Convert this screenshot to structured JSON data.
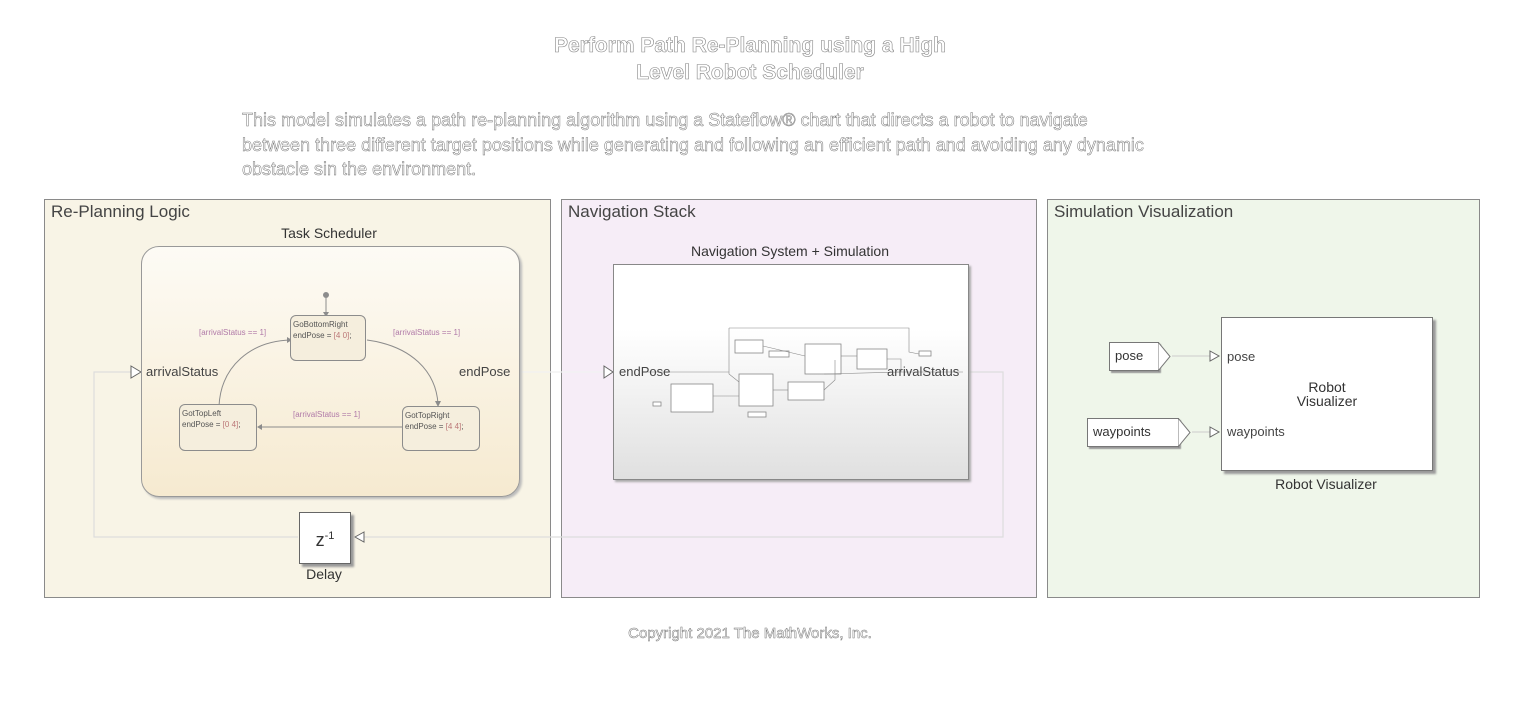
{
  "title": {
    "line1": "Perform Path Re-Planning using a High",
    "line2": "Level Robot Scheduler"
  },
  "description": {
    "line1": "This model simulates a path re-planning algorithm using a Stateflow® chart that directs a robot to navigate",
    "line2": "between three different target positions while generating and following an efficient path and avoiding any dynamic",
    "line3": "obstacle sin the environment."
  },
  "areas": {
    "replanning": "Re-Planning Logic",
    "navigation": "Navigation Stack",
    "visualization": "Simulation Visualization"
  },
  "task_scheduler": {
    "label": "Task Scheduler",
    "input_port": "arrivalStatus",
    "output_port": "endPose",
    "states": {
      "bottom_right": {
        "name": "GoBottomRight",
        "action_prefix": "endPose = ",
        "value": "[4 0]",
        "suffix": ";"
      },
      "top_left": {
        "name": "GotTopLeft",
        "action_prefix": "endPose = ",
        "value": "[0 4]",
        "suffix": ";"
      },
      "top_right": {
        "name": "GotTopRight",
        "action_prefix": "endPose = ",
        "value": "[4 4]",
        "suffix": ";"
      }
    },
    "transitions": {
      "left": "[arrivalStatus == 1]",
      "right": "[arrivalStatus == 1]",
      "bottom": "[arrivalStatus == 1]"
    }
  },
  "navigation_system": {
    "label": "Navigation System + Simulation",
    "input_port": "endPose",
    "output_port": "arrivalStatus"
  },
  "delay": {
    "label": "Delay",
    "symbol": "z",
    "exponent": "-1"
  },
  "visualizer": {
    "label": "Robot Visualizer",
    "inner_line1": "Robot",
    "inner_line2": "Visualizer",
    "port_pose": "pose",
    "port_waypoints": "waypoints",
    "from_pose": "pose",
    "from_waypoints": "waypoints"
  },
  "colors": {
    "replanning_bg": "#f8f4e6",
    "navigation_bg": "#f6edf7",
    "visualization_bg": "#eff6ea"
  },
  "copyright": "Copyright 2021 The MathWorks, Inc."
}
